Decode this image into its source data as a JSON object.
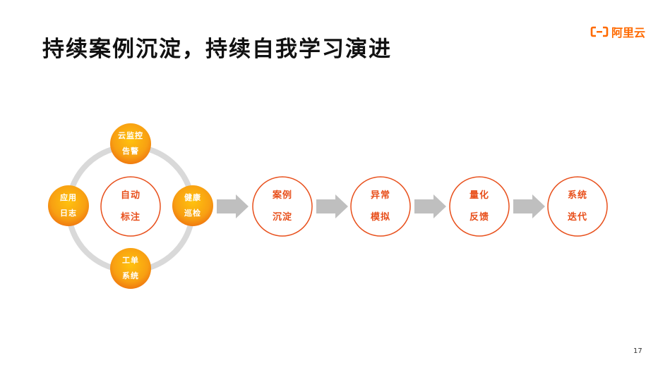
{
  "slide": {
    "title": "持续案例沉淀，持续自我学习演进",
    "page_number": "17"
  },
  "logo": {
    "text": "阿里云",
    "icon": "aliyun-logo-icon",
    "color": "#ff6a00"
  },
  "colors": {
    "accent": "#e8501c",
    "ring": "#d9d9d9",
    "arrow": "#bfbfbf",
    "gradient_inner": "#ffc20e",
    "gradient_outer": "#f07a10"
  },
  "cycle": {
    "center": {
      "line1": "自动",
      "line2": "标注"
    },
    "nodes": [
      {
        "line1": "云监控",
        "line2": "告警"
      },
      {
        "line1": "健康",
        "line2": "巡检"
      },
      {
        "line1": "工单",
        "line2": "系统"
      },
      {
        "line1": "应用",
        "line2": "日志"
      }
    ]
  },
  "flow": {
    "steps": [
      {
        "line1": "案例",
        "line2": "沉淀"
      },
      {
        "line1": "异常",
        "line2": "模拟"
      },
      {
        "line1": "量化",
        "line2": "反馈"
      },
      {
        "line1": "系统",
        "line2": "迭代"
      }
    ],
    "arrow_icon": "right-arrow-icon"
  }
}
